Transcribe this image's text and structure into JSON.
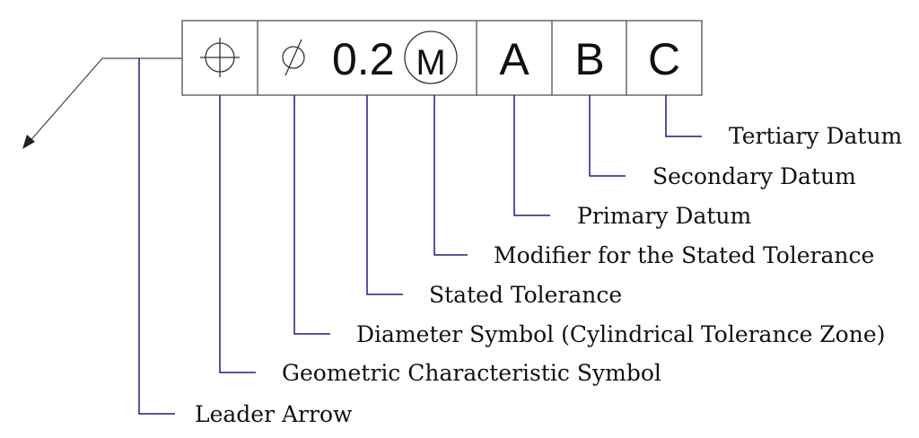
{
  "frame": {
    "symbol_icon": "position-icon",
    "diameter_icon": "diameter-icon",
    "tolerance_value": "0.2",
    "modifier": "M",
    "datums": [
      "A",
      "B",
      "C"
    ]
  },
  "callouts": {
    "tertiary_datum": "Tertiary Datum",
    "secondary_datum": "Secondary Datum",
    "primary_datum": "Primary Datum",
    "modifier": "Modifier for the Stated Tolerance",
    "stated_tolerance": "Stated Tolerance",
    "diameter_symbol": "Diameter Symbol (Cylindrical Tolerance Zone)",
    "geometric_characteristic": "Geometric Characteristic Symbol",
    "leader_arrow": "Leader Arrow"
  },
  "colors": {
    "callout_line": "#1f1f7a",
    "frame_line": "#444444",
    "text": "#111111"
  }
}
